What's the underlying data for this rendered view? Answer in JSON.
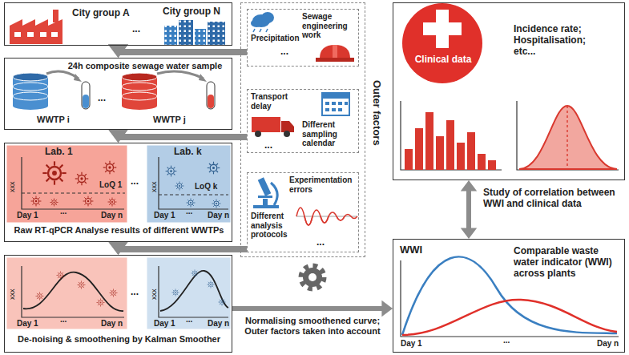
{
  "diagram": {
    "nodes": [
      {
        "text": [
          "City group A",
          "City group N"
        ]
      },
      {
        "text": [
          "24h composite sewage water sample",
          "WWTP i",
          "WWTP j"
        ]
      },
      {
        "text": [
          "Raw RT-qPCR Analyse results of different WWTPs"
        ]
      },
      {
        "text": [
          "Lab. 1",
          "LoQ 1"
        ],
        "in": 2
      },
      {
        "text": [
          "Lab. k",
          "LoQ k"
        ],
        "in": 2
      },
      {
        "text": [
          "De-noising & smoothening by Kalman Smoother"
        ]
      },
      {
        "text": [
          "Outer factors"
        ]
      },
      {
        "text": [
          "Precipitation",
          "Sewage engineering work"
        ],
        "in": 6
      },
      {
        "text": [
          "Transport delay",
          "Different sampling calendar"
        ],
        "in": 6
      },
      {
        "text": [
          "Different analysis protocols",
          "Experimentation errors"
        ],
        "in": 6
      },
      {
        "text": [
          "Clinical data",
          "Incidence rate; Hospitalisation; etc..."
        ]
      },
      {
        "text": [
          "WWI",
          "Comparable waste water indicator (WWI) across plants"
        ]
      }
    ],
    "edges": [
      {
        "from": 0,
        "to": 1,
        "arrow": "to"
      },
      {
        "from": 7,
        "to": 1,
        "arrow": "to"
      },
      {
        "from": 1,
        "to": 2,
        "arrow": "to"
      },
      {
        "from": 8,
        "to": 2,
        "arrow": "to"
      },
      {
        "from": 2,
        "to": 5,
        "arrow": "to"
      },
      {
        "from": 9,
        "to": 5,
        "arrow": "to"
      },
      {
        "from": 5,
        "to": 11,
        "label": "Normalising smoothened curve; Outer factors taken into account",
        "arrow": "to"
      },
      {
        "from": 10,
        "to": 11,
        "label": "Study of correlation between WWI and clinical data",
        "arrow": "both"
      }
    ],
    "labels": [
      "...",
      "...",
      "xxx",
      "Day 1",
      "...",
      "Day n",
      "...",
      "xxx",
      "Day 1",
      "...",
      "Day n",
      "xxx",
      "Day 1",
      "...",
      "Day n",
      "...",
      "xxx",
      "Day 1",
      "...",
      "Day n",
      "...",
      "...",
      "...",
      "Day 1",
      "...",
      "Day n"
    ]
  }
}
